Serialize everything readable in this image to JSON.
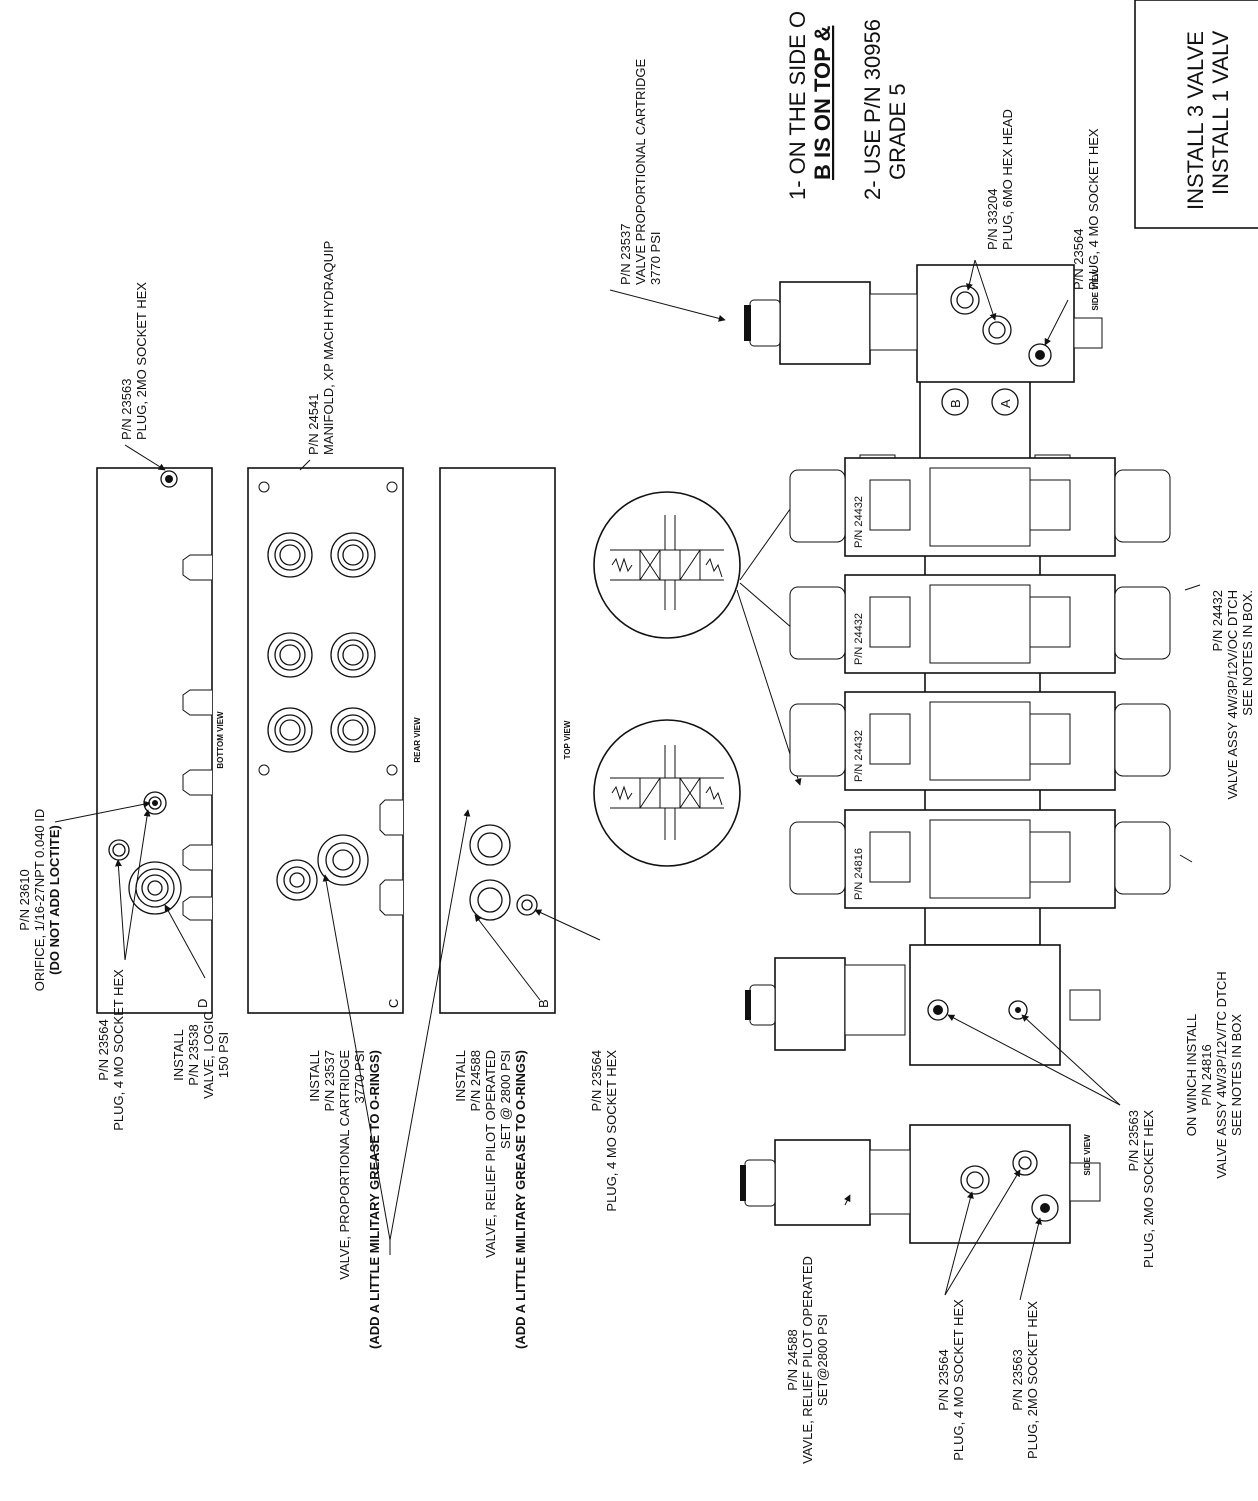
{
  "views": {
    "bottom": "BOTTOM VIEW",
    "rear": "REAR VIEW",
    "top": "TOP VIEW",
    "side": "SIDE VIEW"
  },
  "ports": {
    "a": "A",
    "b": "B",
    "c": "C",
    "d": "D"
  },
  "notes": {
    "title": "N",
    "note1_line1": "1- ON THE SIDE O",
    "note1_line2": "B IS ON TOP &",
    "note2_line1": "2- USE P/N 30956",
    "note2_line2": "GRADE 5",
    "box_line1": "INSTALL 3 VALVE",
    "box_line2": "INSTALL 1 VALV"
  },
  "callouts": {
    "orifice": {
      "pn": "P/N 23610",
      "desc": "ORIFICE, 1/16-27NPT 0.040 ID",
      "warn": "(DO NOT ADD LOCTITE)"
    },
    "plug_4mo_bottom": {
      "pn": "P/N 23564",
      "desc": "PLUG, 4 MO SOCKET HEX"
    },
    "logic_valve": {
      "l1": "INSTALL",
      "l2": "P/N 23538",
      "l3": "VALVE, LOGIC",
      "l4": "150 PSI"
    },
    "prop_cartridge_install": {
      "l1": "INSTALL",
      "l2": "P/N 23537",
      "l3": "VALVE, PROPORTIONAL CARTRIDGE",
      "l4": "3770 PSI",
      "warn": "(ADD A LITTLE MILITARY GREASE TO O-RINGS)"
    },
    "relief_install": {
      "l1": "INSTALL",
      "l2": "P/N 24588",
      "l3": "VALVE, RELIEF PILOT OPERATED",
      "l4": "SET @ 2800 PSI",
      "warn": "(ADD A LITTLE MILITARY GREASE TO O-RINGS)"
    },
    "plug_4mo_top": {
      "pn": "P/N 23564",
      "desc": "PLUG, 4 MO SOCKET HEX"
    },
    "plug_2mo_bottom": {
      "pn": "P/N 23563",
      "desc": "PLUG, 2MO SOCKET HEX"
    },
    "manifold": {
      "pn": "P/N 24541",
      "desc": "MANIFOLD, XP MACH HYDRAQUIP"
    },
    "prop_cartridge_side": {
      "pn": "P/N 23537",
      "desc": "VALVE PROPORTIONAL CARTRIDGE",
      "psi": "3770 PSI"
    },
    "plug_6mo": {
      "pn": "P/N 33204",
      "desc": "PLUG, 6MO HEX HEAD"
    },
    "plug_4mo_side": {
      "pn": "P/N 23564",
      "desc": "PLUG, 4 MO SOCKET HEX"
    },
    "valve_assy_oc": {
      "pn": "P/N 24432",
      "desc": "VALVE ASSY 4W/3P/12V/OC DTCH",
      "note": "SEE NOTES IN BOX."
    },
    "valve_assy_tc": {
      "l1": "ON WINCH INSTALL",
      "l2": "P/N 24816",
      "l3": "VALVE ASSY 4W/3P/12V/TC DTCH",
      "l4": "SEE NOTES IN BOX"
    },
    "plug_2mo_mid": {
      "pn": "P/N 23563",
      "desc": "PLUG, 2MO SOCKET HEX"
    },
    "relief_side": {
      "pn": "P/N 24588",
      "desc": "VAVLE, RELIEF PILOT OPERATED",
      "set": "SET@2800 PSI"
    },
    "plug_4mo_lower": {
      "pn": "P/N 23564",
      "desc": "PLUG, 4 MO SOCKET HEX"
    },
    "plug_2mo_lower": {
      "pn": "P/N 23563",
      "desc": "PLUG, 2MO SOCKET HEX"
    }
  },
  "valve_labels": [
    "P/N 24816",
    "P/N 24432",
    "P/N 24432",
    "P/N 24432"
  ]
}
